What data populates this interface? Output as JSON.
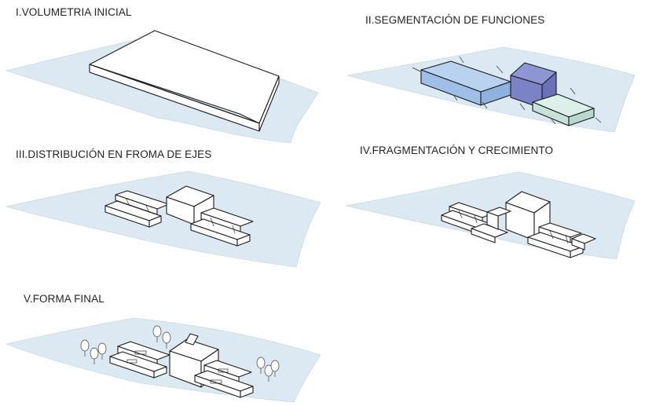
{
  "panels": [
    {
      "id": "p1",
      "title": "I.VOLUMETRIA INICIAL"
    },
    {
      "id": "p2",
      "title": "II.SEGMENTACIÓN DE FUNCIONES"
    },
    {
      "id": "p3",
      "title": "III.DISTRIBUCIÓN EN FROMA DE EJES"
    },
    {
      "id": "p4",
      "title": "IV.FRAGMENTACIÓN Y CRECIMIENTO"
    },
    {
      "id": "p5",
      "title": "V.FORMA FINAL"
    }
  ],
  "colors": {
    "ground": "#dce9f2",
    "ground_edge": "#b9cfdf",
    "block_white": "#ffffff",
    "block_blue": "#a9c6ea",
    "block_purple": "#7f86c9",
    "block_green": "#cfe6df",
    "line": "#1a1a1a"
  },
  "icons": [
    "tree-icon"
  ]
}
